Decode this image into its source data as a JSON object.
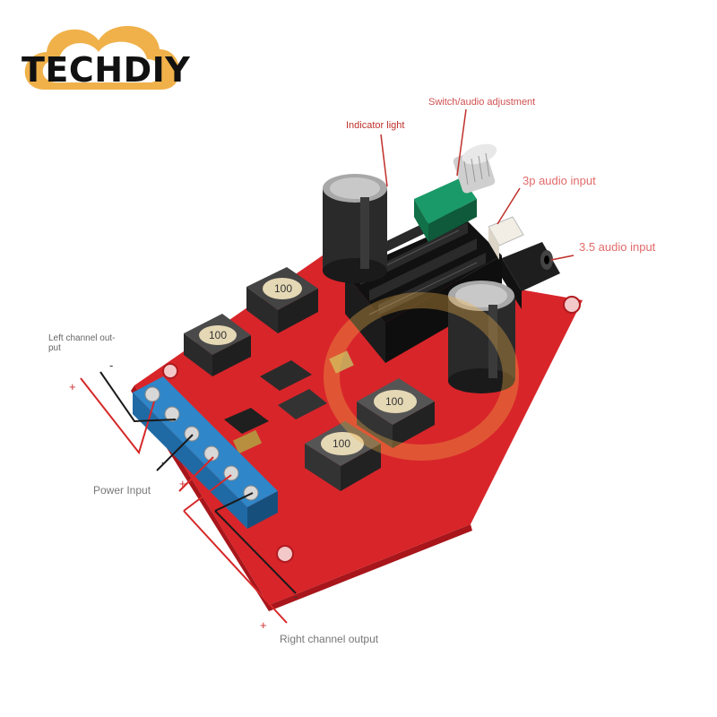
{
  "logo": {
    "text": "TECHDIY",
    "cloud_color": "#f0b14a"
  },
  "labels": {
    "indicator_light": "Indicator light",
    "switch_audio_adjustment": "Switch/audio adjustment",
    "audio_input_3p": "3p audio input",
    "audio_input_35": "3.5 audio input",
    "left_channel_output": "Left channel out-\nput",
    "power_input": "Power Input",
    "right_channel_output": "Right channel output"
  },
  "polarity": {
    "plus": "+",
    "minus": "-"
  },
  "components": {
    "inductor_marking": "100"
  },
  "colors": {
    "pcb_red": "#d8252a",
    "terminal_blue": "#2f86c8",
    "heatsink_black": "#1c1c1c",
    "wire_red": "#d62828",
    "wire_black": "#1a1a1a",
    "callout_red": "#c0302a"
  }
}
